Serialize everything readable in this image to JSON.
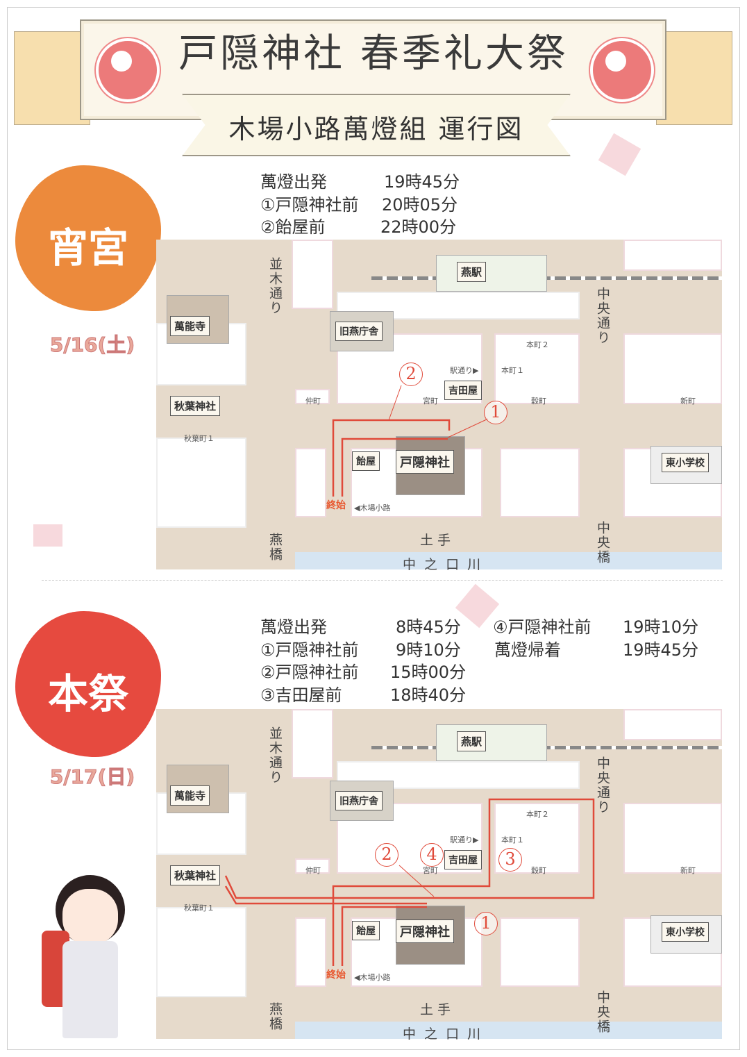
{
  "header": {
    "title": "戸隠神社 春季礼大祭",
    "subtitle": "木場小路萬燈組 運行図"
  },
  "colors": {
    "accent": "#e04a3a",
    "yoimiya": "#ec8a3c",
    "honsai": "#e64a3f",
    "road": "#e6dacb",
    "river": "#d6e5f2"
  },
  "map_labels": {
    "station": "燕駅",
    "old_office": "旧燕庁舎",
    "bannoji": "萬能寺",
    "akiba": "秋葉神社",
    "akiba_town": "秋葉町１",
    "namiki": "並木通り",
    "chuo": "中央通り",
    "tsubame_bridge": "燕橋",
    "chuo_bridge": "中央橋",
    "dote": "土 手",
    "river": "中 之 口 川",
    "honcho2": "本町２",
    "honcho1": "本町１",
    "ekidori": "駅通り▶",
    "yoshidaya": "吉田屋",
    "miyamachi": "宮町",
    "nakamachi": "仲町",
    "koku": "穀町",
    "shinmachi": "新町",
    "ameya": "飴屋",
    "shrine": "戸隠神社",
    "school": "東小学校",
    "start_end": "終始",
    "kiba": "◀木場小路"
  },
  "sections": [
    {
      "name": "宵宮",
      "date": "5/16(土)",
      "schedule": [
        {
          "label": "萬燈出発",
          "time": "19時45分"
        },
        {
          "label": "①戸隠神社前",
          "time": "20時05分"
        },
        {
          "label": "②飴屋前",
          "time": "22時00分"
        }
      ],
      "markers": [
        "1",
        "2"
      ]
    },
    {
      "name": "本祭",
      "date": "5/17(日)",
      "schedule": [
        {
          "label": "萬燈出発",
          "time": "8時45分"
        },
        {
          "label": "①戸隠神社前",
          "time": "9時10分"
        },
        {
          "label": "②戸隠神社前",
          "time": "15時00分"
        },
        {
          "label": "③吉田屋前",
          "time": "18時40分"
        },
        {
          "label": "④戸隠神社前",
          "time": "19時10分"
        },
        {
          "label": "萬燈帰着",
          "time": "19時45分"
        }
      ],
      "markers": [
        "1",
        "2",
        "3",
        "4"
      ]
    }
  ]
}
